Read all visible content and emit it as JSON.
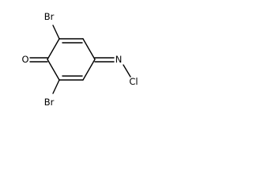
{
  "molecule": {
    "atoms": {
      "bromine_top": "Br",
      "bromine_bottom": "Br",
      "oxygen": "O",
      "nitrogen": "N",
      "chlorine": "Cl"
    },
    "bond_color": "#000000",
    "label_color": "#000000",
    "background": "#ffffff"
  }
}
